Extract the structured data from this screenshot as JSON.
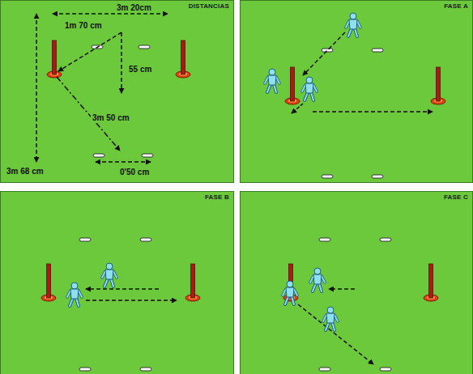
{
  "diagram": {
    "nodes": [
      {
        "text": [
          "DISTANCIAS"
        ]
      },
      {
        "text": [
          "FASE A"
        ]
      },
      {
        "text": [
          "FASE B"
        ]
      },
      {
        "text": [
          "FASE C"
        ]
      }
    ],
    "labels": [
      "3m 20cm",
      "1m 70 cm",
      "55 cm",
      "3m 50 cm",
      "3m 68 cm",
      "0'50 cm"
    ]
  }
}
